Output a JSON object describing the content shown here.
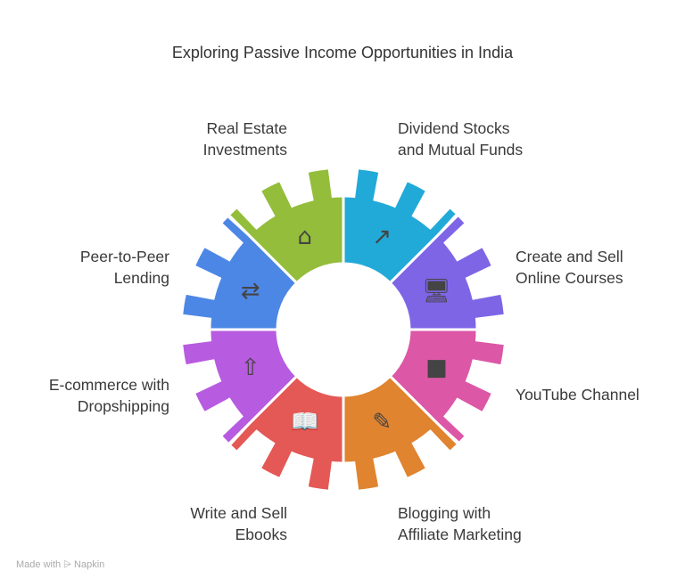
{
  "title": "Exploring Passive Income Opportunities in India",
  "segments": [
    {
      "label": "Dividend Stocks\nand Mutual Funds",
      "color": "#21aad8",
      "icon": "stock-growth-icon",
      "glyph": "↗"
    },
    {
      "label": "Create and Sell\nOnline Courses",
      "color": "#7e65e6",
      "icon": "monitor-graduation-cap-icon",
      "glyph": "🖥"
    },
    {
      "label": "YouTube Channel",
      "color": "#dc57a6",
      "icon": "video-camera-icon",
      "glyph": "■"
    },
    {
      "label": "Blogging with\nAffiliate Marketing",
      "color": "#e08430",
      "icon": "pen-target-icon",
      "glyph": "✎"
    },
    {
      "label": "Write and Sell\nEbooks",
      "color": "#e45855",
      "icon": "book-dollar-icon",
      "glyph": "📖"
    },
    {
      "label": "E-commerce with\nDropshipping",
      "color": "#b75be0",
      "icon": "cart-upload-icon",
      "glyph": "⇧"
    },
    {
      "label": "Peer-to-Peer\nLending",
      "color": "#4d87e6",
      "icon": "people-exchange-icon",
      "glyph": "⇄"
    },
    {
      "label": "Real Estate\nInvestments",
      "color": "#93bd3a",
      "icon": "house-dollar-icon",
      "glyph": "⌂"
    }
  ],
  "footer": "Made with ⩥ Napkin"
}
